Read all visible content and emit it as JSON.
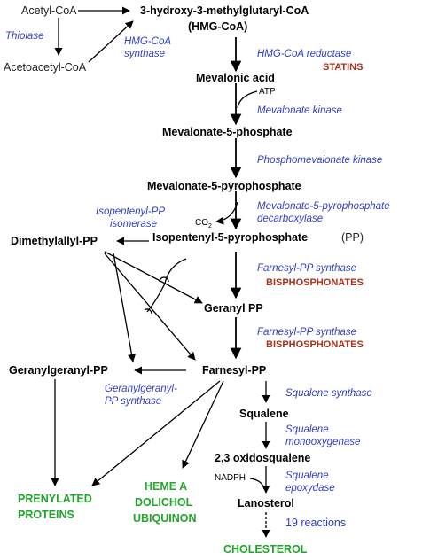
{
  "nodes": {
    "acetyl_coa": "Acetyl-CoA",
    "acetoacetyl_coa": "Acetoacetyl-CoA",
    "hmg_coa_1": "3-hydroxy-3-methylglutaryl-CoA",
    "hmg_coa_2": "(HMG-CoA)",
    "mevalonic_acid": "Mevalonic acid",
    "atp": "ATP",
    "mevalonate_5_phosphate": "Mevalonate-5-phosphate",
    "mevalonate_5_pyrophosphate": "Mevalonate-5-pyrophosphate",
    "co2": "CO",
    "co2_sub": "2",
    "dimethylallyl_pp": "Dimethylallyl-PP",
    "isopentenyl_pp": "Isopentenyl-5-pyrophosphate",
    "isopentenyl_pp_abbr": "(PP)",
    "geranyl_pp": "Geranyl PP",
    "geranylgeranyl_pp": "Geranylgeranyl-PP",
    "farnesyl_pp": "Farnesyl-PP",
    "squalene": "Squalene",
    "oxidosqualene": "2,3 oxidosqualene",
    "nadph": "NADPH",
    "lanosterol": "Lanosterol",
    "reactions_19": "19 reactions"
  },
  "enzymes": {
    "thiolase": "Thiolase",
    "hmg_coa_synthase_1": "HMG-CoA",
    "hmg_coa_synthase_2": "synthase",
    "hmg_coa_reductase": "HMG-CoA reductase",
    "mevalonate_kinase": "Mevalonate kinase",
    "phosphomevalonate_kinase": "Phosphomevalonate kinase",
    "mpp_decarboxylase_1": "Mevalonate-5-pyrophosphate",
    "mpp_decarboxylase_2": "decarboxylase",
    "ipp_isomerase_1": "Isopentenyl-PP",
    "ipp_isomerase_2": "isomerase",
    "farnesyl_pp_synthase_a": "Farnesyl-PP synthase",
    "farnesyl_pp_synthase_b": "Farnesyl-PP synthase",
    "ggpp_synthase_1": "Geranylgeranyl-",
    "ggpp_synthase_2": "PP synthase",
    "squalene_synthase": "Squalene synthase",
    "squalene_monooxygenase_1": "Squalene",
    "squalene_monooxygenase_2": "monooxygenase",
    "squalene_epoxydase_1": "Squalene",
    "squalene_epoxydase_2": "epoxydase"
  },
  "inhibitors": {
    "statins": "STATINS",
    "bisphosphonates_1": "BISPHOSPHONATES",
    "bisphosphonates_2": "BISPHOSPHONATES"
  },
  "products": {
    "prenylated_1": "PRENYLATED",
    "prenylated_2": "PROTEINS",
    "heme_1": "HEME A",
    "heme_2": "DOLICHOL",
    "heme_3": "UBIQUINON",
    "cholesterol": "CHOLESTEROL"
  },
  "colors": {
    "enzyme": "#2f3fc8",
    "inhibitor": "#a8321d",
    "product": "#22a52b",
    "node": "#000000"
  }
}
